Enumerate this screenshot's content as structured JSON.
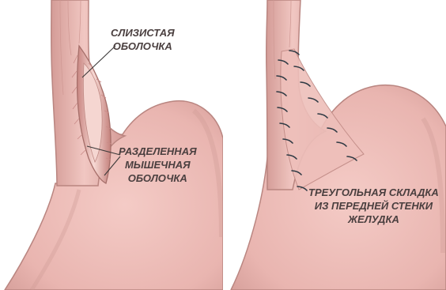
{
  "panels": {
    "left": {
      "mucosa_label": [
        "СЛИЗИСТАЯ",
        "ОБОЛОЧКА"
      ],
      "muscle_label": [
        "РАЗДЕЛЕННАЯ",
        "МЫШЕЧНАЯ",
        "ОБОЛОЧКА"
      ]
    },
    "right": {
      "fold_label": [
        "ТРЕУГОЛЬНАЯ СКЛАДКА",
        "ИЗ ПЕРЕДНЕЙ СТЕНКИ",
        "ЖЕЛУДКА"
      ]
    }
  },
  "colors": {
    "tissue": "#eab8b3",
    "tissue_dark": "#c98b88",
    "outline": "#b98580",
    "muscle_fiber": "#d9a09a",
    "suture": "#2f3a44",
    "text": "#4a3f3f"
  }
}
